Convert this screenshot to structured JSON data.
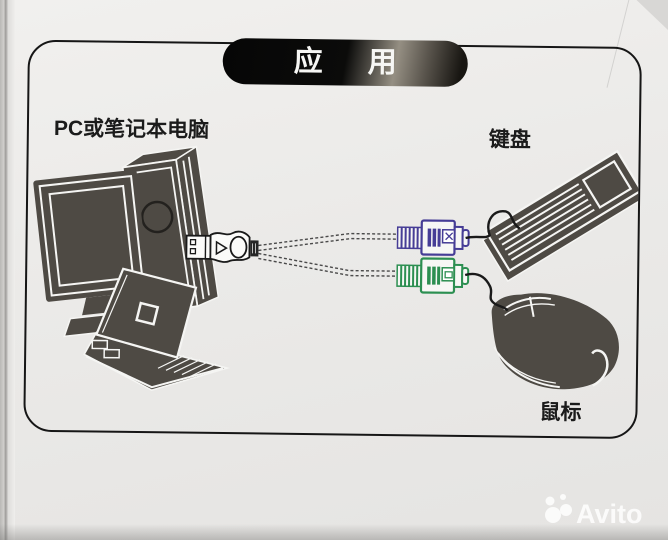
{
  "banner": {
    "title": "应　用"
  },
  "labels": {
    "computer": "PC或笔记本电脑",
    "keyboard": "键盘",
    "mouse": "鼠标"
  },
  "colors": {
    "banner": "#0b0b0a",
    "keyboard_plug": "#463d96",
    "mouse_plug": "#2c8f51",
    "device": "#4e4a44",
    "outline": "#1a1a1a",
    "wire": "#4a4a4a"
  },
  "watermark": {
    "brand": "Avito"
  }
}
